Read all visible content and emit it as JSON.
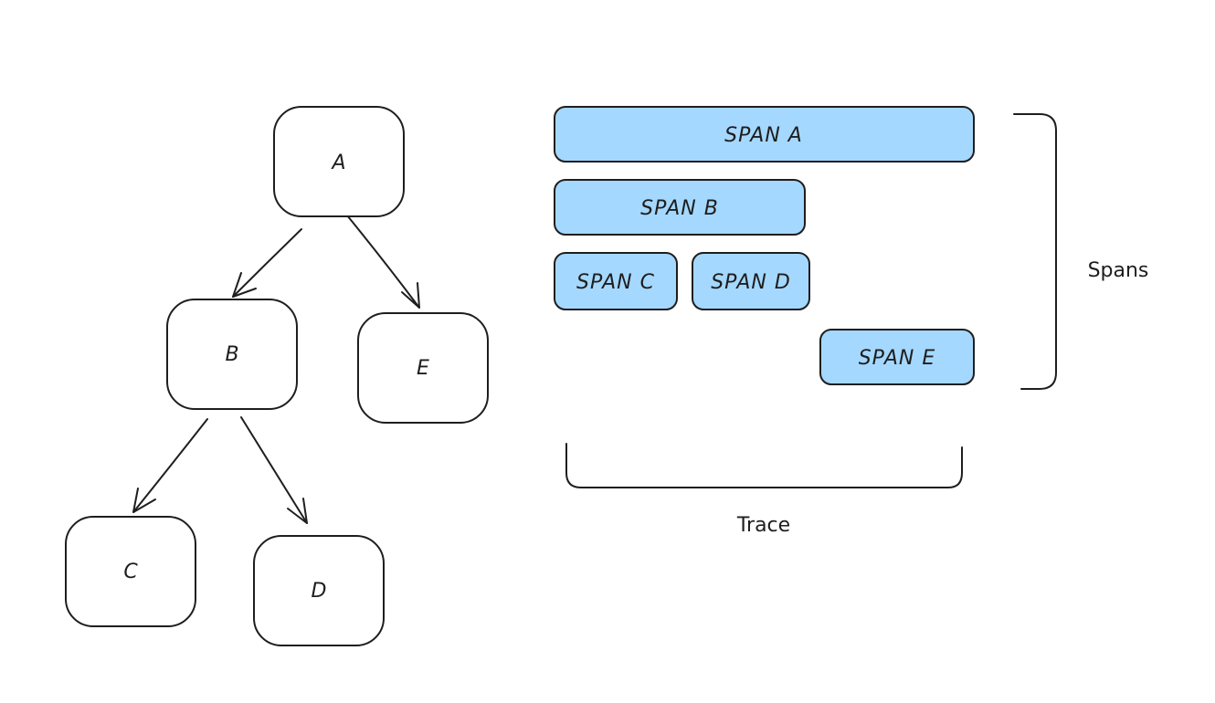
{
  "tree": {
    "nodes": {
      "a": "A",
      "b": "B",
      "c": "C",
      "d": "D",
      "e": "E"
    }
  },
  "spans": {
    "a": "SPAN A",
    "b": "SPAN B",
    "c": "SPAN C",
    "d": "SPAN D",
    "e": "SPAN E"
  },
  "labels": {
    "spans": "Spans",
    "trace": "Trace"
  },
  "colors": {
    "span_fill": "#a5d8ff",
    "stroke": "#1e1e1e",
    "background": "#ffffff"
  }
}
